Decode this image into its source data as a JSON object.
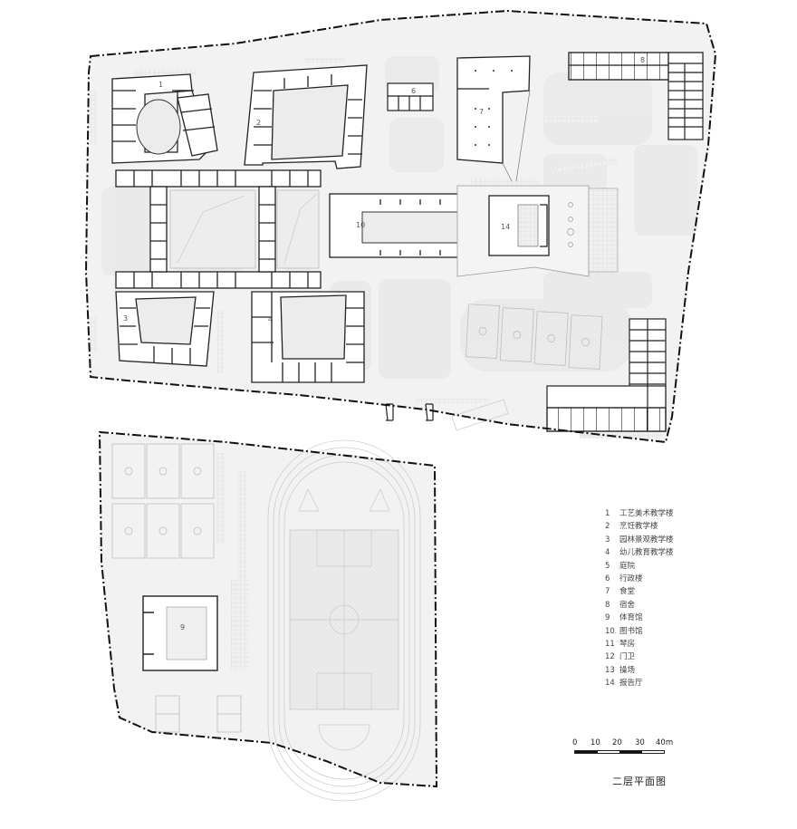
{
  "title": "二层平面图",
  "legend": {
    "items": [
      {
        "num": "1",
        "label": "工艺美术教学楼"
      },
      {
        "num": "2",
        "label": "烹饪教学楼"
      },
      {
        "num": "3",
        "label": "园林景观教学楼"
      },
      {
        "num": "4",
        "label": "幼儿教育教学楼"
      },
      {
        "num": "5",
        "label": "庭院"
      },
      {
        "num": "6",
        "label": "行政楼"
      },
      {
        "num": "7",
        "label": "食堂"
      },
      {
        "num": "8",
        "label": "宿舍"
      },
      {
        "num": "9",
        "label": "体育馆"
      },
      {
        "num": "10",
        "label": "图书馆"
      },
      {
        "num": "11",
        "label": "琴房"
      },
      {
        "num": "12",
        "label": "门卫"
      },
      {
        "num": "13",
        "label": "操场"
      },
      {
        "num": "14",
        "label": "报告厅"
      }
    ]
  },
  "scale_bar": {
    "ticks": [
      "0",
      "10",
      "20",
      "30",
      "40m"
    ],
    "segments": [
      "black",
      "white",
      "black",
      "white"
    ]
  },
  "plan_labels": {
    "b1": "1",
    "b2": "2",
    "b3": "3",
    "b4": "4",
    "b6": "6",
    "b7": "7",
    "b8": "8",
    "b9": "9",
    "b10": "10",
    "b14": "14"
  },
  "colors": {
    "background": "#ffffff",
    "site_fill": "#efefef",
    "landscape": "#e4e4e4",
    "wall": "#222222",
    "boundary": "#111111",
    "court_line": "#bdbdbd"
  }
}
